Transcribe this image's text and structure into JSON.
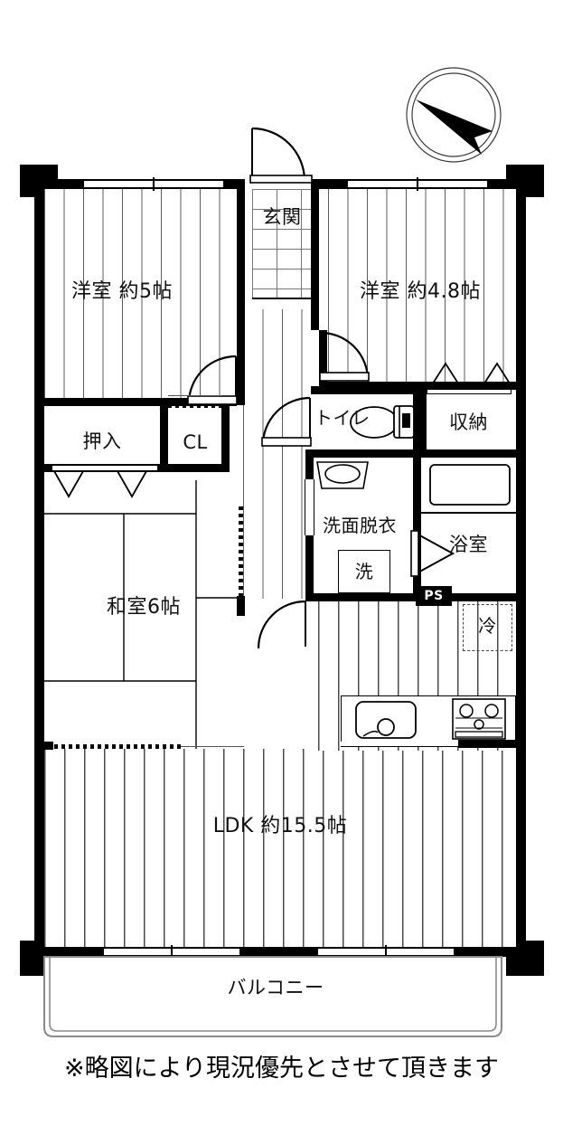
{
  "document": {
    "type": "japanese-apartment-floor-plan",
    "disclaimer": "※略図により現況優先とさせて頂きます"
  },
  "compass": {
    "name": "north-arrow",
    "direction_label": ""
  },
  "rooms": [
    {
      "id": "washitsu",
      "label": "和室6帖",
      "type": "tatami-room"
    },
    {
      "id": "yoshitsu_5",
      "label": "洋室 約5帖",
      "type": "western-room"
    },
    {
      "id": "yoshitsu_48",
      "label": "洋室 約4.8帖",
      "type": "western-room"
    },
    {
      "id": "ldk",
      "label": "LDK 約15.5帖",
      "type": "living-dining-kitchen"
    },
    {
      "id": "genkan",
      "label": "玄関",
      "type": "entrance"
    },
    {
      "id": "toilet",
      "label": "トイレ",
      "type": "toilet"
    },
    {
      "id": "washroom",
      "label": "洗面脱衣",
      "type": "washroom-changing"
    },
    {
      "id": "bath",
      "label": "浴室",
      "type": "bathroom"
    },
    {
      "id": "balcony",
      "label": "バルコニー",
      "type": "balcony"
    }
  ],
  "storage": [
    {
      "id": "oshiire",
      "label": "押入",
      "type": "japanese-closet"
    },
    {
      "id": "cl",
      "label": "CL",
      "type": "closet"
    },
    {
      "id": "shuno",
      "label": "収納",
      "type": "storage-closet"
    }
  ],
  "fixtures": [
    {
      "id": "washer",
      "label": "洗",
      "type": "washing-machine-space"
    },
    {
      "id": "fridge",
      "label": "冷",
      "type": "refrigerator-space"
    },
    {
      "id": "ps",
      "label": "PS",
      "type": "pipe-shaft"
    }
  ],
  "colors": {
    "wall": "#000000",
    "floor": "#ffffff",
    "line": "#555555",
    "text": "#111111"
  }
}
